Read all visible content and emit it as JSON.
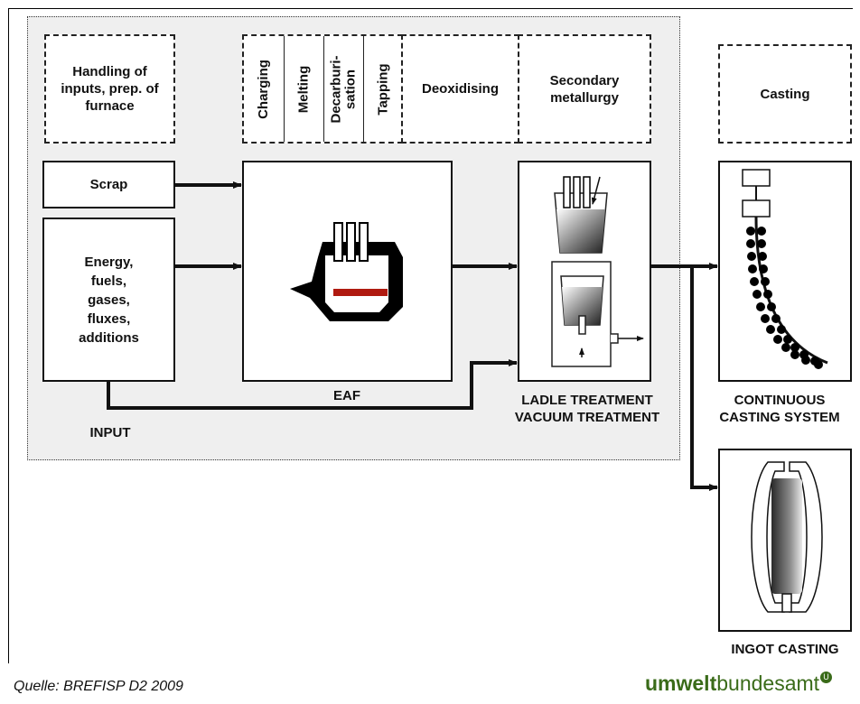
{
  "headers": {
    "handling": "Handling of inputs, prep. of furnace",
    "charging": "Charging",
    "melting": "Melting",
    "decarb_1": "Decarburi-",
    "decarb_2": "sation",
    "tapping": "Tapping",
    "deoxidising": "Deoxidising",
    "secondary": "Secondary metallurgy",
    "casting": "Casting"
  },
  "inputs": {
    "scrap": "Scrap",
    "energy_1": "Energy,",
    "energy_2": "fuels,",
    "energy_3": "gases,",
    "energy_4": "fluxes,",
    "energy_5": "additions"
  },
  "labels": {
    "input": "INPUT",
    "eaf": "EAF",
    "ladle_1": "LADLE TREATMENT",
    "ladle_2": "VACUUM TREATMENT",
    "cc_1": "CONTINUOUS",
    "cc_2": "CASTING SYSTEM",
    "ingot": "INGOT CASTING"
  },
  "footer": {
    "source": "Quelle: BREFISP D2 2009",
    "logo_bold": "umwelt",
    "logo_rest": "bundesamt",
    "logo_mark": "U"
  },
  "colors": {
    "brand_green": "#3a6b19",
    "melt_red": "#b01a10",
    "panel_grey": "#efefef"
  }
}
